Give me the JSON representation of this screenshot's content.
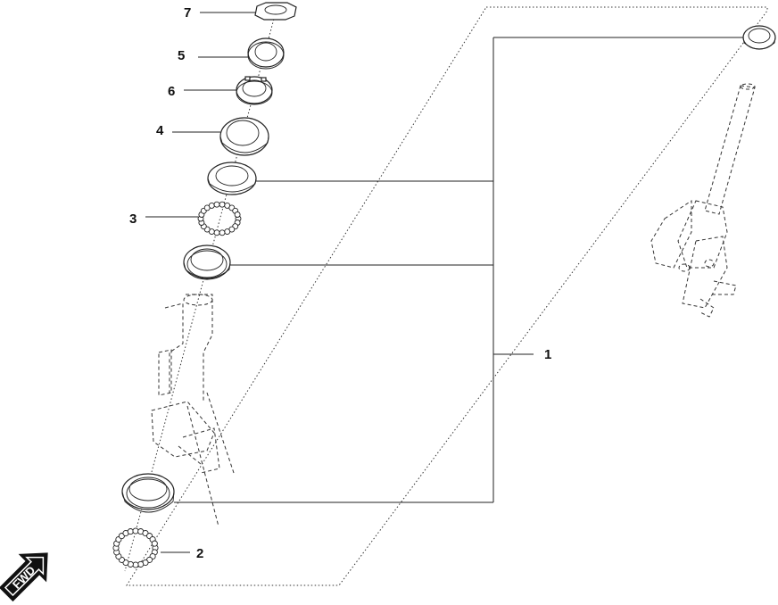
{
  "callouts": {
    "c1": "1",
    "c2": "2",
    "c3": "3",
    "c4": "4",
    "c5": "5",
    "c6": "6",
    "c7": "7"
  },
  "fwd_badge": "FWD",
  "colors": {
    "line": "#222222",
    "background": "#ffffff",
    "badge": "#111111"
  }
}
